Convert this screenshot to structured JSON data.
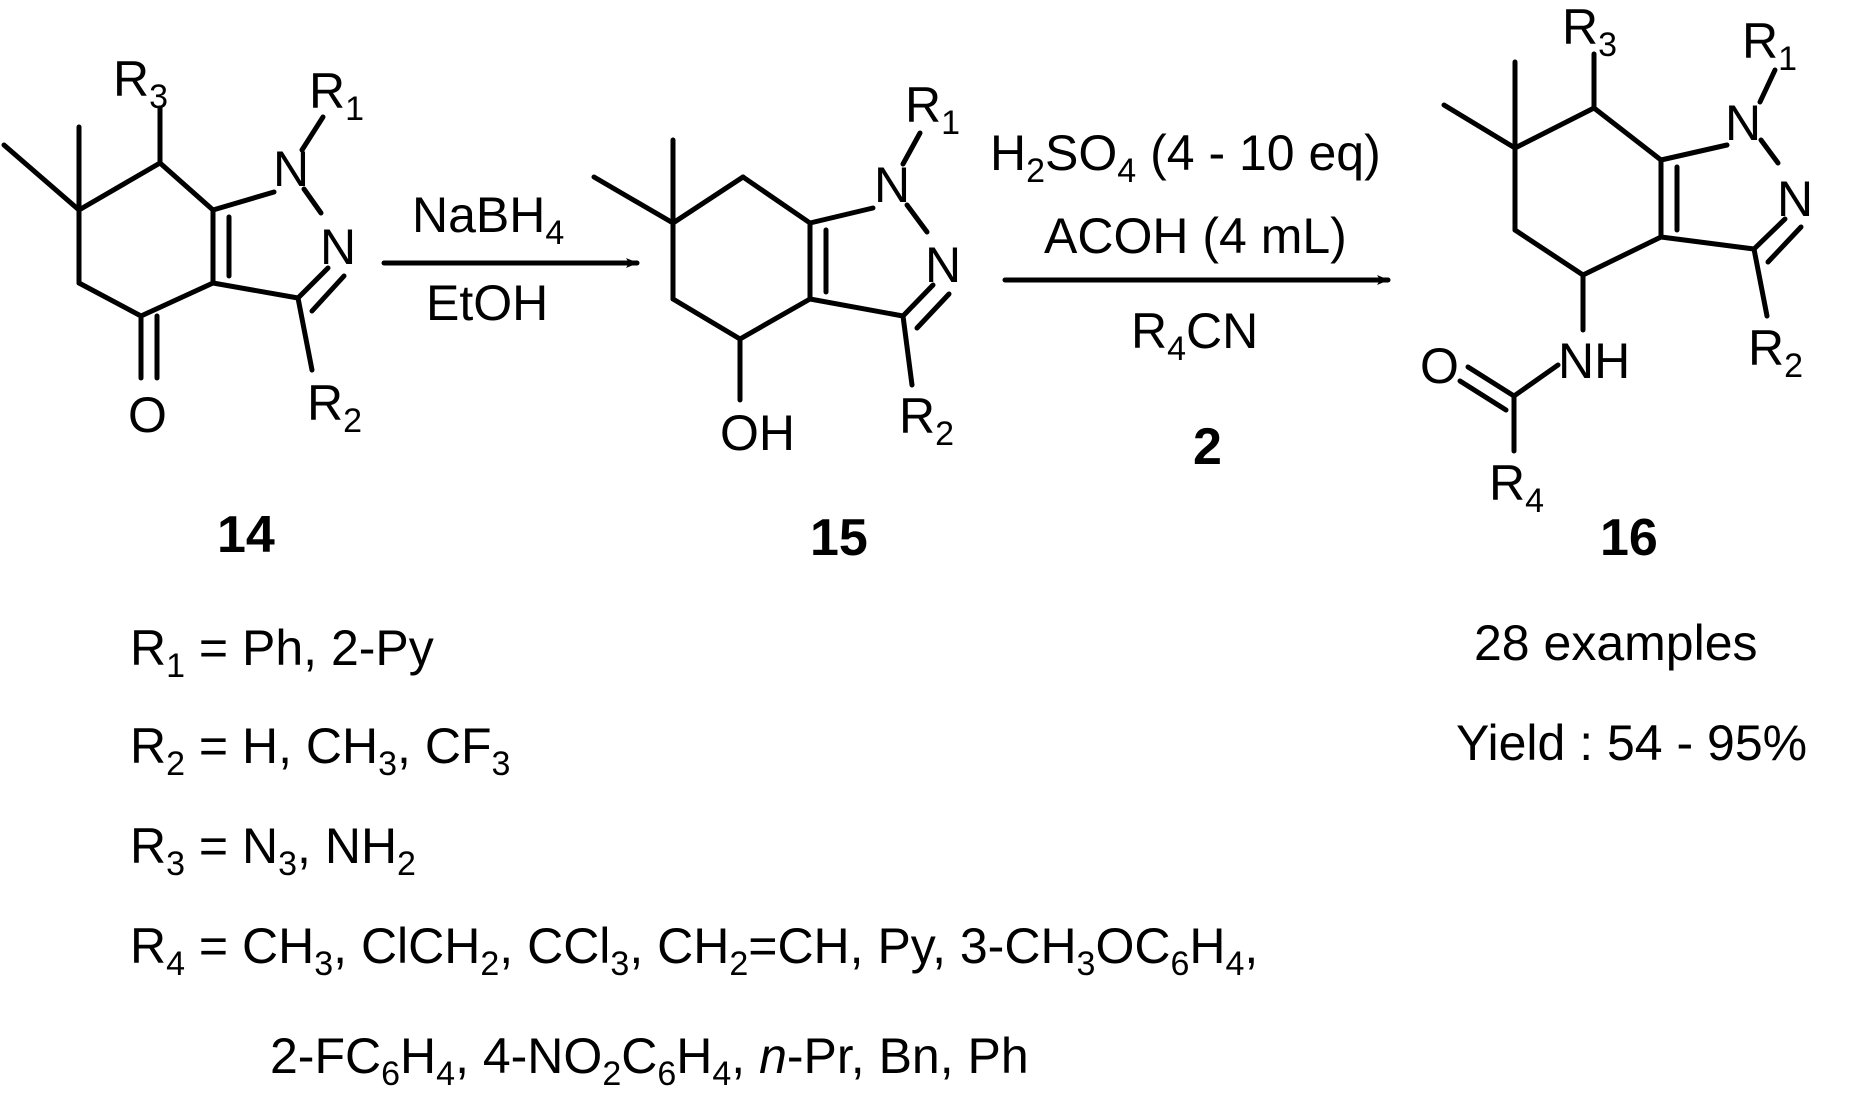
{
  "compound_14": {
    "number": "14",
    "r3": {
      "main": "R",
      "sub": "3"
    },
    "r1": {
      "main": "R",
      "sub": "1"
    },
    "r2": {
      "main": "R",
      "sub": "2"
    },
    "n1": "N",
    "n2": "N",
    "oxygen": "O"
  },
  "step1": {
    "reagent_main": "NaBH",
    "reagent_sub": "4",
    "solvent": "EtOH"
  },
  "compound_15": {
    "number": "15",
    "r1": {
      "main": "R",
      "sub": "1"
    },
    "r2": {
      "main": "R",
      "sub": "2"
    },
    "n1": "N",
    "n2": "N",
    "hydroxyl": "OH"
  },
  "step2": {
    "acid": {
      "p1": "H",
      "s1": "2",
      "p2": "SO",
      "s2": "4",
      "p3": " (4 - 10 eq)"
    },
    "cosolvent": "ACOH (4 mL)",
    "nitrile": {
      "p1": "R",
      "s1": "4",
      "p2": "CN"
    },
    "nitrile_number": "2"
  },
  "compound_16": {
    "number": "16",
    "r3": {
      "main": "R",
      "sub": "3"
    },
    "r1": {
      "main": "R",
      "sub": "1"
    },
    "r2": {
      "main": "R",
      "sub": "2"
    },
    "r4": {
      "main": "R",
      "sub": "4"
    },
    "n1": "N",
    "n2": "N",
    "oxygen": "O",
    "amide_nh": "NH"
  },
  "summary": {
    "examples": "28  examples",
    "yield": "Yield : 54 - 95%"
  },
  "substituents": {
    "r1": {
      "p1": "R",
      "s1": "1",
      "p2": " = Ph, 2-Py"
    },
    "r2": {
      "p1": "R",
      "s1": "2",
      "p2": "  = H, CH",
      "s2": "3",
      "p3": ", CF",
      "s3": "3"
    },
    "r3": {
      "p1": "R",
      "s1": "3",
      "p2": " = N",
      "s2": "3",
      "p3": ", NH",
      "s3": "2"
    },
    "r4_line1": {
      "p1": "R",
      "s1": "4",
      "p2": " = CH",
      "s2": "3",
      "p3": ", ClCH",
      "s3": "2",
      "p4": ", CCl",
      "s4": "3",
      "p5": ", CH",
      "s5": "2",
      "p6": "=CH, Py, 3-CH",
      "s6": "3",
      "p7": "OC",
      "s7": "6",
      "p8": "H",
      "s8": "4",
      "p9": ","
    },
    "r4_line2": {
      "p1": "2-FC",
      "s1": "6",
      "p2": "H",
      "s2": "4",
      "p3": ", 4-NO",
      "s3": "2",
      "p4": "C",
      "s4": "6",
      "p5": "H",
      "s5": "4",
      "p6": ", ",
      "it": "n",
      "p7": "-Pr, Bn, Ph"
    }
  }
}
